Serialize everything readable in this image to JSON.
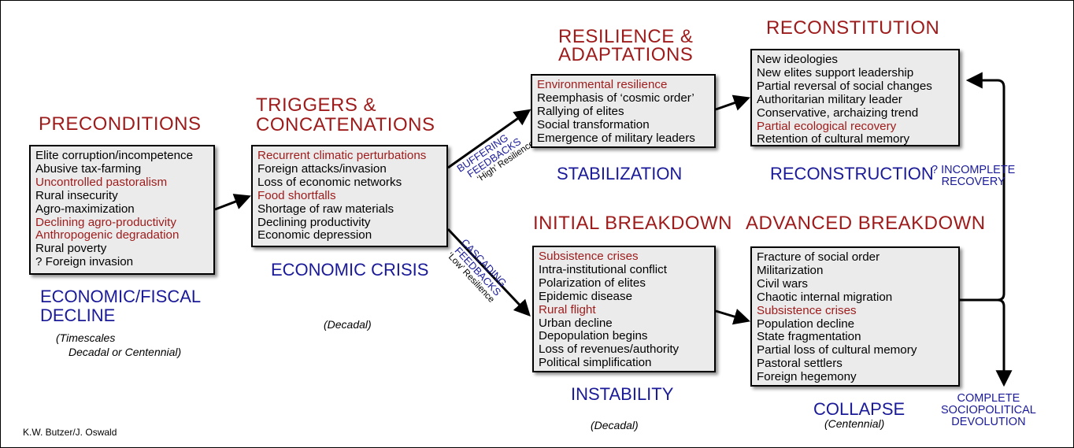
{
  "preconditions": {
    "heading": "PRECONDITIONS",
    "items": [
      {
        "text": "Elite corruption/incompetence",
        "highlight": false
      },
      {
        "text": "Abusive tax-farming",
        "highlight": false
      },
      {
        "text": "Uncontrolled pastoralism",
        "highlight": true
      },
      {
        "text": "Rural insecurity",
        "highlight": false
      },
      {
        "text": "Agro-maximization",
        "highlight": false
      },
      {
        "text": "Declining agro-productivity",
        "highlight": true
      },
      {
        "text": "Anthropogenic degradation",
        "highlight": true
      },
      {
        "text": "Rural poverty",
        "highlight": false
      },
      {
        "text": "? Foreign invasion",
        "highlight": false
      }
    ],
    "phase_line1": "ECONOMIC/FISCAL",
    "phase_line2": "DECLINE",
    "timescale_line1": "(Timescales",
    "timescale_line2": "Decadal or Centennial)"
  },
  "triggers": {
    "heading_line1": "TRIGGERS &",
    "heading_line2": "CONCATENATIONS",
    "items": [
      {
        "text": "Recurrent climatic perturbations",
        "highlight": true
      },
      {
        "text": "Foreign attacks/invasion",
        "highlight": false
      },
      {
        "text": "Loss of economic networks",
        "highlight": false
      },
      {
        "text": "Food shortfalls",
        "highlight": true
      },
      {
        "text": "Shortage of raw materials",
        "highlight": false
      },
      {
        "text": "Declining productivity",
        "highlight": false
      },
      {
        "text": "Economic depression",
        "highlight": false
      }
    ],
    "phase": "ECONOMIC CRISIS",
    "timescale": "(Decadal)"
  },
  "resilience": {
    "heading_line1": "RESILIENCE &",
    "heading_line2": "ADAPTATIONS",
    "items": [
      {
        "text": "Environmental resilience",
        "highlight": true
      },
      {
        "text": "Reemphasis of ‘cosmic order’",
        "highlight": false
      },
      {
        "text": "Rallying of elites",
        "highlight": false
      },
      {
        "text": "Social transformation",
        "highlight": false
      },
      {
        "text": "Emergence of military leaders",
        "highlight": false
      }
    ],
    "phase": "STABILIZATION"
  },
  "reconstitution": {
    "heading": "RECONSTITUTION",
    "items": [
      {
        "text": "New ideologies",
        "highlight": false
      },
      {
        "text": "New elites support leadership",
        "highlight": false
      },
      {
        "text": "Partial reversal of social changes",
        "highlight": false
      },
      {
        "text": "Authoritarian military leader",
        "highlight": false
      },
      {
        "text": "Conservative, archaizing trend",
        "highlight": false
      },
      {
        "text": "Partial ecological recovery",
        "highlight": true
      },
      {
        "text": "Retention of cultural memory",
        "highlight": false
      }
    ],
    "phase": "RECONSTRUCTION"
  },
  "initial_breakdown": {
    "heading": "INITIAL BREAKDOWN",
    "items": [
      {
        "text": "Subsistence crises",
        "highlight": true
      },
      {
        "text": "Intra-institutional conflict",
        "highlight": false
      },
      {
        "text": "Polarization of elites",
        "highlight": false
      },
      {
        "text": "Epidemic disease",
        "highlight": false
      },
      {
        "text": "Rural flight",
        "highlight": true
      },
      {
        "text": "Urban decline",
        "highlight": false
      },
      {
        "text": "Depopulation begins",
        "highlight": false
      },
      {
        "text": "Loss of revenues/authority",
        "highlight": false
      },
      {
        "text": "Political simplification",
        "highlight": false
      }
    ],
    "phase": "INSTABILITY",
    "timescale": "(Decadal)"
  },
  "advanced_breakdown": {
    "heading": "ADVANCED BREAKDOWN",
    "items": [
      {
        "text": "Fracture of social order",
        "highlight": false
      },
      {
        "text": "Militarization",
        "highlight": false
      },
      {
        "text": "Civil wars",
        "highlight": false
      },
      {
        "text": "Chaotic internal migration",
        "highlight": false
      },
      {
        "text": "Subsistence crises",
        "highlight": true
      },
      {
        "text": "Population decline",
        "highlight": false
      },
      {
        "text": "State fragmentation",
        "highlight": false
      },
      {
        "text": "Partial loss of cultural memory",
        "highlight": false
      },
      {
        "text": "Pastoral settlers",
        "highlight": false
      },
      {
        "text": "Foreign hegemony",
        "highlight": false
      }
    ],
    "phase": "COLLAPSE",
    "timescale": "(Centennial)"
  },
  "buffering": {
    "line1": "BUFFERING",
    "line2": "FEEDBACKS",
    "sub": "‘High’ Resilience"
  },
  "cascading": {
    "line1": "CASCADING",
    "line2": "FEEDBACKS",
    "sub": "‘Low’ Resilience"
  },
  "incomplete_recovery": {
    "line1": "? INCOMPLETE",
    "line2": "RECOVERY"
  },
  "complete_devolution": {
    "line1": "COMPLETE",
    "line2": "SOCIOPOLITICAL",
    "line3": "DEVOLUTION"
  },
  "credit": "K.W. Butzer/J. Oswald",
  "colors": {
    "heading": "#9e1b1b",
    "phase": "#1a1a99",
    "box_fill": "#ebebeb",
    "highlight": "#9e1b1b"
  }
}
